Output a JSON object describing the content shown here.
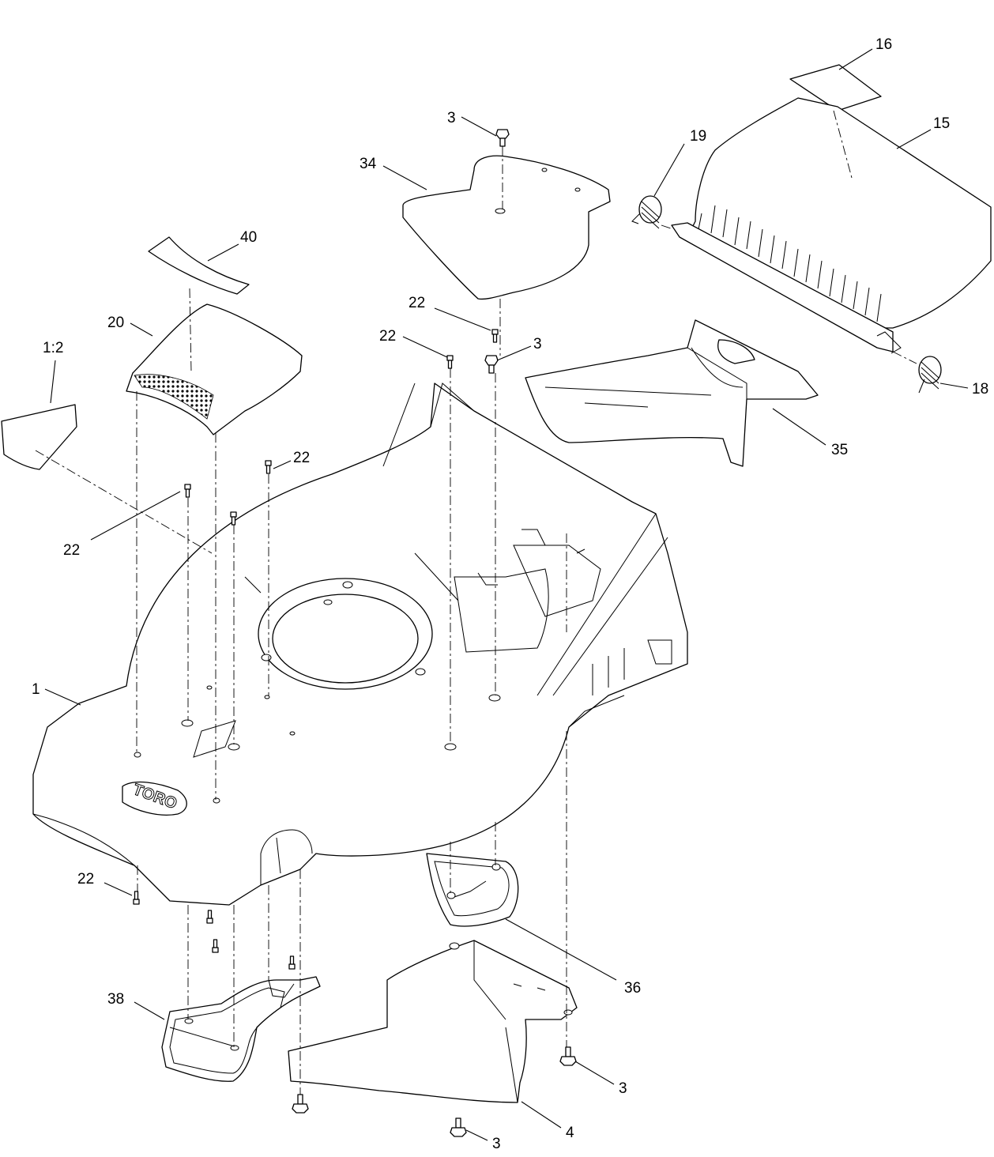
{
  "diagram": {
    "brand_mark": "TORO",
    "callouts": [
      {
        "id": "c16",
        "label": "16"
      },
      {
        "id": "c15",
        "label": "15"
      },
      {
        "id": "c19",
        "label": "19"
      },
      {
        "id": "c18",
        "label": "18"
      },
      {
        "id": "c3a",
        "label": "3"
      },
      {
        "id": "c34",
        "label": "34"
      },
      {
        "id": "c40",
        "label": "40"
      },
      {
        "id": "c20",
        "label": "20"
      },
      {
        "id": "c12",
        "label": "1:2"
      },
      {
        "id": "c22a",
        "label": "22"
      },
      {
        "id": "c22b",
        "label": "22"
      },
      {
        "id": "c3b",
        "label": "3"
      },
      {
        "id": "c35",
        "label": "35"
      },
      {
        "id": "c22c",
        "label": "22"
      },
      {
        "id": "c22d",
        "label": "22"
      },
      {
        "id": "c1",
        "label": "1"
      },
      {
        "id": "c22e",
        "label": "22"
      },
      {
        "id": "c36",
        "label": "36"
      },
      {
        "id": "c38",
        "label": "38"
      },
      {
        "id": "c3c",
        "label": "3"
      },
      {
        "id": "c3d",
        "label": "3"
      },
      {
        "id": "c4",
        "label": "4"
      }
    ]
  }
}
